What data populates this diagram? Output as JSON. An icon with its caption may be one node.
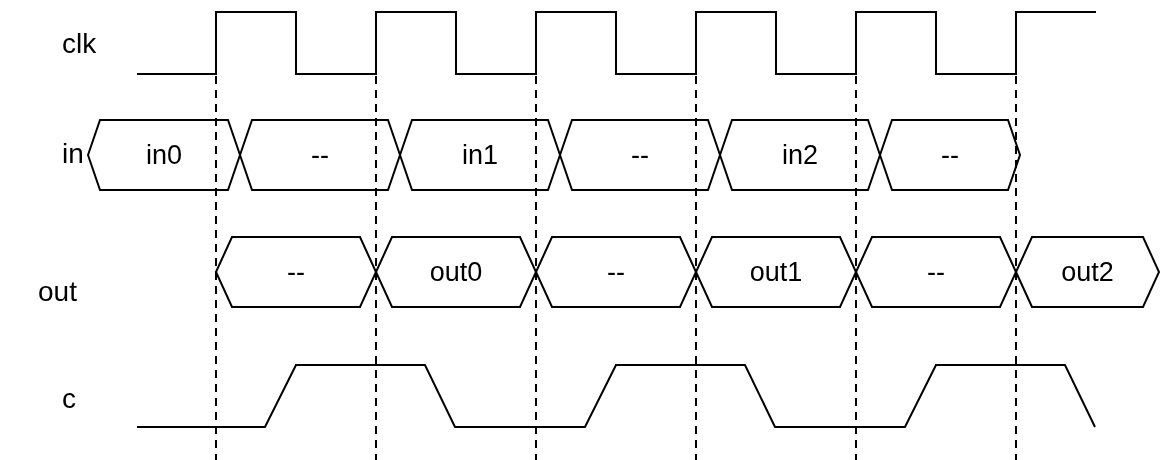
{
  "diagram": {
    "nodes": [
      {
        "text": [
          "in0"
        ]
      },
      {
        "text": [
          "--"
        ]
      },
      {
        "text": [
          "in1"
        ]
      },
      {
        "text": [
          "--"
        ]
      },
      {
        "text": [
          "in2"
        ]
      },
      {
        "text": [
          "--"
        ]
      },
      {
        "text": [
          "--"
        ]
      },
      {
        "text": [
          "out0"
        ]
      },
      {
        "text": [
          "--"
        ]
      },
      {
        "text": [
          "out1"
        ]
      },
      {
        "text": [
          "--"
        ]
      },
      {
        "text": [
          "out2"
        ]
      }
    ],
    "edges": [],
    "labels": [
      "clk",
      "in",
      "out",
      "c"
    ]
  }
}
